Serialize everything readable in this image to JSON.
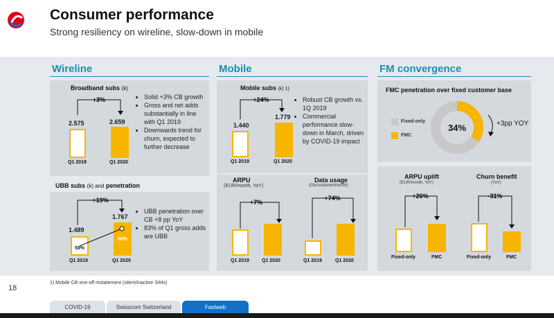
{
  "header": {
    "title": "Consumer performance",
    "subtitle": "Strong resiliency on wireline, slow-down in mobile"
  },
  "colors": {
    "accent": "#f7b500",
    "section_title": "#1a8fb0",
    "active_tab": "#1170c8",
    "gray": "#c8c8c8"
  },
  "wireline": {
    "title": "Wireline",
    "broadband_title": "Broadband subs",
    "broadband_unit": "(k)",
    "broadband_growth": "+3%",
    "broadband_bullets": [
      "Solid +3% CB growth",
      "Gross and net adds substantially in line with Q1 2019",
      "Downwards trend for churn, expected to further decrease"
    ],
    "ubb_title": "UBB subs",
    "ubb_unit": "(k) and",
    "ubb_title2": "penetration",
    "ubb_growth": "+19%",
    "ubb_bullets": [
      "UBB penetration over CB +8 pp YoY",
      "83% of Q1 gross adds are UBB"
    ]
  },
  "mobile": {
    "title": "Mobile",
    "subs_title": "Mobile subs",
    "subs_unit": "(k) 1)",
    "subs_growth": "+24%",
    "subs_bullets": [
      "Robust CB growth vs. 1Q 2019",
      "Commercial performance slow-down in March, driven by COVID-19 impact"
    ],
    "arpu_title": "ARPU",
    "arpu_unit": "(EUR/month, YoY)",
    "arpu_growth": "+7%",
    "usage_title": "Data usage",
    "usage_unit": "(Gb/customer/month)",
    "usage_growth": "+74%"
  },
  "fmc": {
    "title": "FM convergence",
    "penetration_title": "FMC penetration over fixed customer base",
    "legend_fixed_only": "Fixed-only",
    "legend_fmc": "FMC",
    "pct_label": "34%",
    "change": "+3pp YOY",
    "arpu_title": "ARPU uplift",
    "arpu_unit": "(EUR/month, YoY)",
    "arpu_growth": "+26%",
    "churn_title": "Churn benefit",
    "churn_unit": "(YoY)",
    "churn_growth": "-31%"
  },
  "chart_data": [
    {
      "type": "bar",
      "title": "Broadband subs (k)",
      "categories": [
        "Q1 2019",
        "Q1 2020"
      ],
      "values": [
        2575,
        2659
      ],
      "labels": [
        "2.575",
        "2.659"
      ]
    },
    {
      "type": "bar",
      "title": "UBB subs (k) and penetration",
      "categories": [
        "Q1 2019",
        "Q1 2020"
      ],
      "values": [
        1489,
        1767
      ],
      "labels": [
        "1.489",
        "1.767"
      ],
      "penetration": [
        "58%",
        "66%"
      ]
    },
    {
      "type": "bar",
      "title": "Mobile subs (k)",
      "categories": [
        "Q1 2019",
        "Q1 2020"
      ],
      "values": [
        1440,
        1779
      ],
      "labels": [
        "1.440",
        "1.779"
      ]
    },
    {
      "type": "bar",
      "title": "ARPU",
      "categories": [
        "Q1 2019",
        "Q1 2020"
      ],
      "values": [
        100,
        107
      ]
    },
    {
      "type": "bar",
      "title": "Data usage",
      "categories": [
        "Q1 2019",
        "Q1 2020"
      ],
      "values": [
        100,
        174
      ]
    },
    {
      "type": "pie",
      "title": "FMC penetration over fixed customer base",
      "categories": [
        "Fixed-only",
        "FMC"
      ],
      "values": [
        66,
        34
      ]
    },
    {
      "type": "bar",
      "title": "ARPU uplift",
      "categories": [
        "Fixed-only",
        "FMC"
      ],
      "values": [
        100,
        126
      ]
    },
    {
      "type": "bar",
      "title": "Churn benefit",
      "categories": [
        "Fixed-only",
        "FMC"
      ],
      "values": [
        100,
        69
      ]
    }
  ],
  "footnote": "1) Mobile CB one-off restatement (silent/inactive SIMs)",
  "page_number": "18",
  "tabs": [
    {
      "label": "COVID-19"
    },
    {
      "label": "Swisscom Switzerland"
    },
    {
      "label": "Fastweb"
    }
  ]
}
